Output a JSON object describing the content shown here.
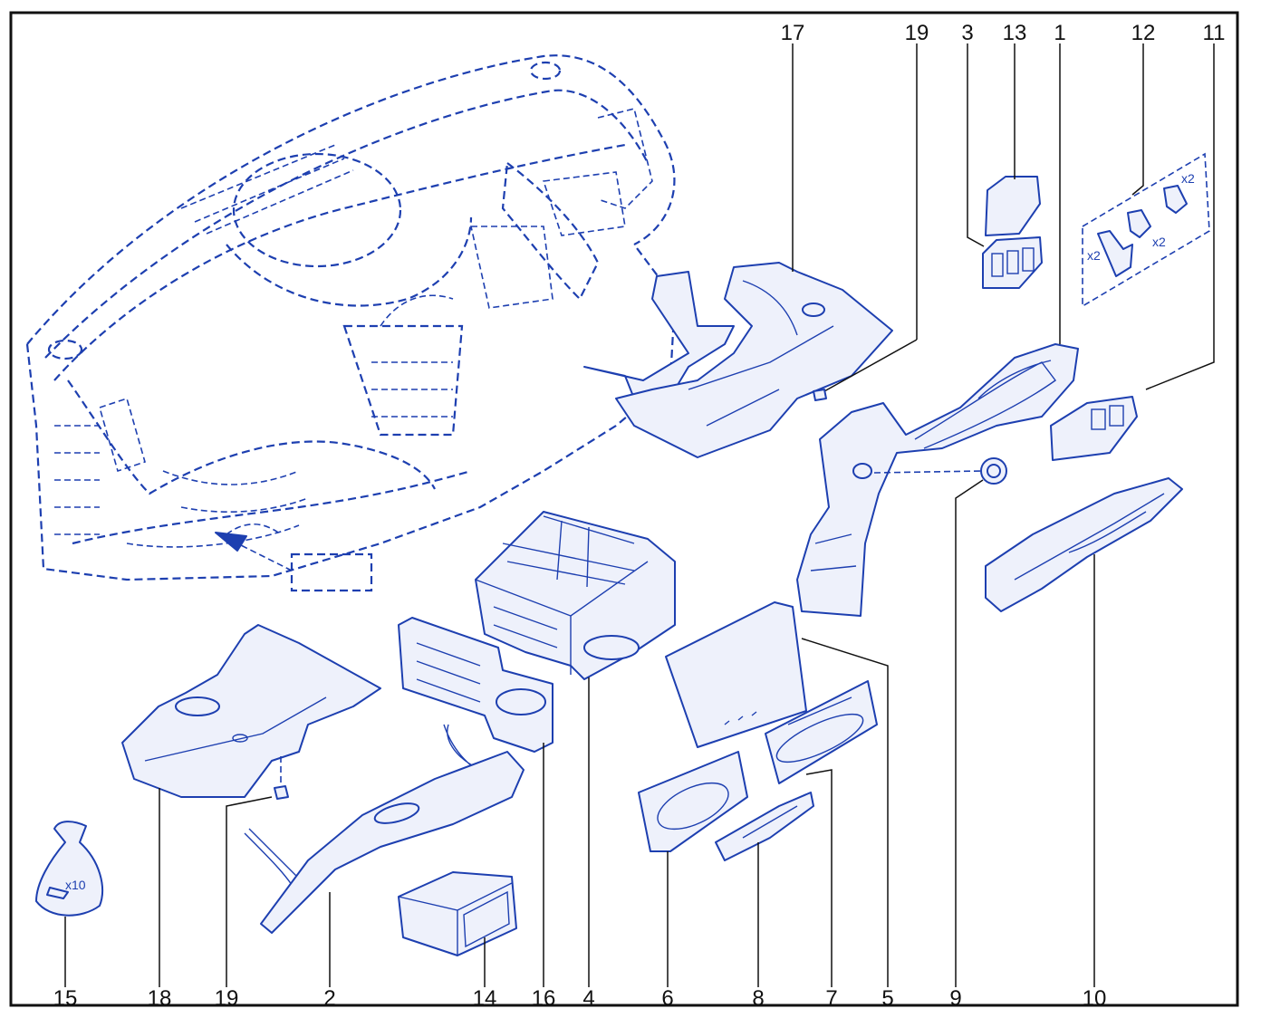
{
  "colors": {
    "line": "#1d3fb0",
    "fill": "#eef1fb",
    "fill_dark": "#c9d1f0",
    "text": "#111111",
    "frame": "#111111"
  },
  "callouts": {
    "top": [
      "17",
      "19",
      "3",
      "13",
      "1",
      "12",
      "11"
    ],
    "bottom": [
      "15",
      "18",
      "19",
      "2",
      "14",
      "16",
      "4",
      "6",
      "8",
      "7",
      "5",
      "9",
      "10"
    ]
  },
  "quantities": {
    "bag": "x10",
    "clip_a": "x2",
    "clip_b": "x2",
    "clip_c": "x2"
  }
}
